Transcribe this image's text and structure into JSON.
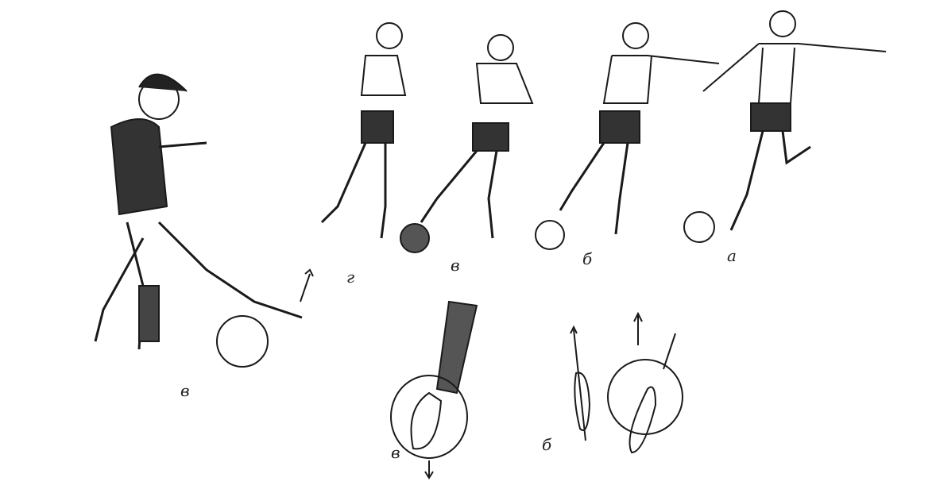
{
  "figure": {
    "frames": [
      {
        "label": "г"
      },
      {
        "label": "в"
      },
      {
        "label": "б"
      },
      {
        "label": "а"
      }
    ],
    "main_player": {
      "label": "в"
    },
    "foot_detail": {
      "label": "в"
    },
    "foot_trace": {
      "label": "б"
    }
  },
  "colors": {
    "ink": "#1a1a1a",
    "shade": "#444444"
  }
}
